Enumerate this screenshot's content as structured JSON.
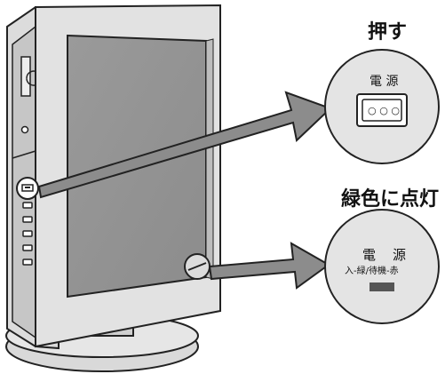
{
  "labels": {
    "press": "押す",
    "green_lit": "緑色に点灯",
    "power_button_label": "電 源",
    "power_led_label": "電　源",
    "power_led_sub": "入-緑/待機-赤"
  },
  "power_button_indicators": [
    "○",
    "○",
    "○"
  ]
}
